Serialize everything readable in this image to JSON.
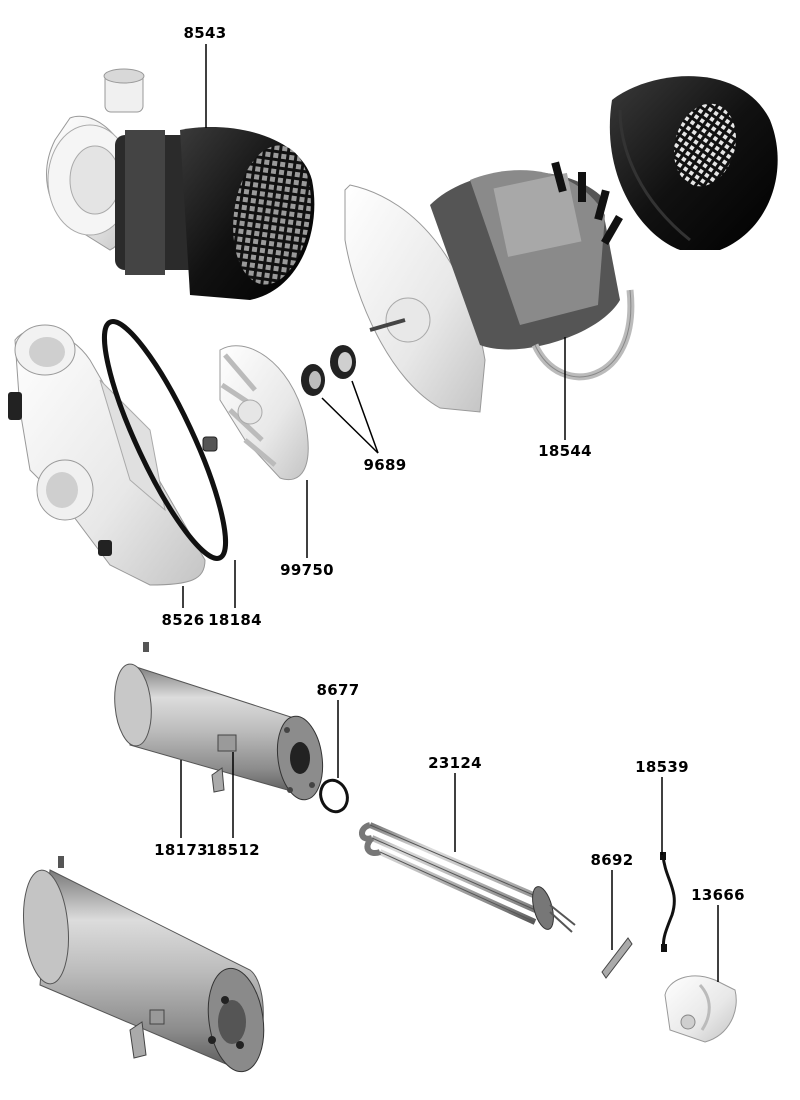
{
  "diagram": {
    "part_numbers": {
      "p8543": "8543",
      "p18544": "18544",
      "p9689": "9689",
      "p99750": "99750",
      "p8526": "8526",
      "p18184": "18184",
      "p8677": "8677",
      "p23124": "23124",
      "p18539": "18539",
      "p18173": "18173",
      "p18512": "18512",
      "p8692": "8692",
      "p13666": "13666"
    },
    "colors": {
      "dark_plastic": "#1a1a1a",
      "white_plastic": "#f2f2f2",
      "stainless": "#b9b9b9",
      "copper_coil": "#6a6a6a"
    }
  }
}
